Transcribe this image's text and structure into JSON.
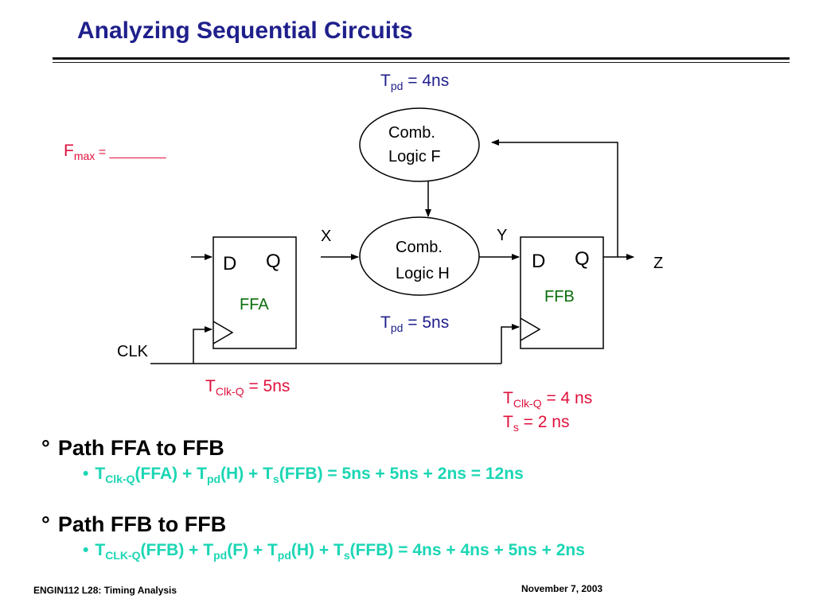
{
  "slide": {
    "title": "Analyzing Sequential Circuits"
  },
  "diagram": {
    "comb_f": {
      "line1": "Comb.",
      "line2": "Logic F",
      "tpd_T": "T",
      "tpd_sub": "pd",
      "tpd_rest": " = 4ns"
    },
    "comb_h": {
      "line1": "Comb.",
      "line2": "Logic H",
      "tpd_T": "T",
      "tpd_sub": "pd",
      "tpd_rest": " = 5ns"
    },
    "ffa": {
      "d": "D",
      "q": "Q",
      "name": "FFA",
      "tclkq_T": "T",
      "tclkq_sub": "Clk-Q",
      "tclkq_rest": " = 5ns"
    },
    "ffb": {
      "d": "D",
      "q": "Q",
      "name": "FFB",
      "tclkq_T": "T",
      "tclkq_sub": "Clk-Q",
      "tclkq_rest": " = 4 ns",
      "ts_T": "T",
      "ts_sub": "s",
      "ts_rest": " = 2 ns"
    },
    "signals": {
      "x": "X",
      "y": "Y",
      "z": "Z",
      "clk": "CLK"
    },
    "fmax": {
      "F": "F",
      "sub": "max",
      "rest": " = ________"
    },
    "colors": {
      "navy": "#1f1f8c",
      "red": "#e0103c",
      "green": "#0a6e0a",
      "teal": "#1bd6b4"
    }
  },
  "bullets": [
    {
      "heading": "Path FFA to FFB",
      "formula": [
        {
          "t": "T"
        },
        {
          "s": "Clk-Q"
        },
        {
          "t": "(FFA) + T"
        },
        {
          "s": "pd"
        },
        {
          "t": "(H) + T"
        },
        {
          "s": "s"
        },
        {
          "t": "(FFB) = 5ns + 5ns + 2ns = 12ns"
        }
      ]
    },
    {
      "heading": "Path FFB to FFB",
      "formula": [
        {
          "t": "T"
        },
        {
          "s": "CLK-Q"
        },
        {
          "t": "(FFB) + T"
        },
        {
          "s": "pd"
        },
        {
          "t": "(F) + T"
        },
        {
          "s": "pd"
        },
        {
          "t": "(H) + T"
        },
        {
          "s": "s"
        },
        {
          "t": "(FFB) = 4ns + 4ns + 5ns + 2ns"
        }
      ]
    }
  ],
  "footer": {
    "left": "ENGIN112  L28: Timing Analysis",
    "right": "November 7, 2003"
  }
}
